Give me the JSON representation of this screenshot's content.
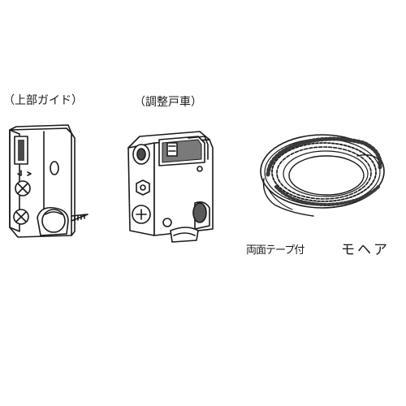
{
  "labels": {
    "upper_guide": "（上部ガイド）",
    "adjust_roller": "（調整戸車）",
    "double_sided_tape": "両面テープ付",
    "mohair": "モヘア"
  },
  "colors": {
    "ink": "#1a1a1a",
    "shade": "#6a6a6a",
    "background": "#ffffff"
  }
}
